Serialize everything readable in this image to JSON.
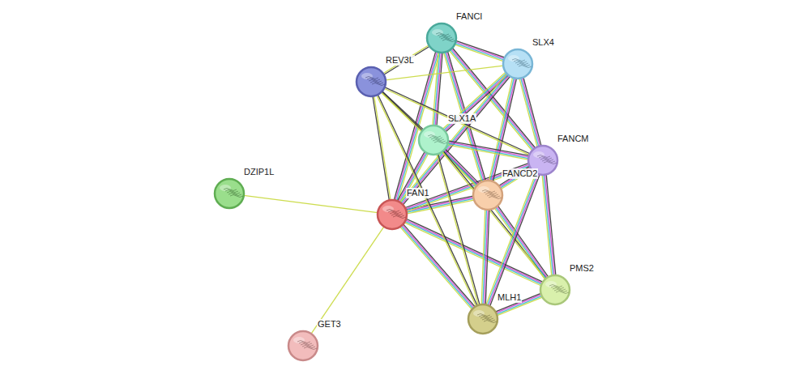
{
  "diagram": {
    "nodes": [
      {
        "text": [
          "FANCI"
        ]
      },
      {
        "text": [
          "SLX4"
        ]
      },
      {
        "text": [
          "REV3L"
        ]
      },
      {
        "text": [
          "SLX1A"
        ]
      },
      {
        "text": [
          "FANCM"
        ]
      },
      {
        "text": [
          "DZIP1L"
        ]
      },
      {
        "text": [
          "FANCD2"
        ]
      },
      {
        "text": [
          "FAN1"
        ]
      },
      {
        "text": [
          "PMS2"
        ]
      },
      {
        "text": [
          "MLH1"
        ]
      },
      {
        "text": [
          "GET3"
        ]
      }
    ],
    "edges": [
      {
        "from": 7,
        "to": 5,
        "arrow": "none"
      },
      {
        "from": 7,
        "to": 10,
        "arrow": "none"
      },
      {
        "from": 7,
        "to": 0,
        "arrow": "none"
      },
      {
        "from": 7,
        "to": 2,
        "arrow": "none"
      },
      {
        "from": 7,
        "to": 3,
        "arrow": "none"
      },
      {
        "from": 7,
        "to": 6,
        "arrow": "none"
      },
      {
        "from": 7,
        "to": 4,
        "arrow": "none"
      },
      {
        "from": 7,
        "to": 9,
        "arrow": "none"
      },
      {
        "from": 7,
        "to": 8,
        "arrow": "none"
      },
      {
        "from": 0,
        "to": 1,
        "arrow": "none"
      },
      {
        "from": 0,
        "to": 2,
        "arrow": "none"
      },
      {
        "from": 0,
        "to": 3,
        "arrow": "none"
      },
      {
        "from": 0,
        "to": 6,
        "arrow": "none"
      },
      {
        "from": 0,
        "to": 4,
        "arrow": "none"
      },
      {
        "from": 1,
        "to": 2,
        "arrow": "none"
      },
      {
        "from": 1,
        "to": 3,
        "arrow": "none"
      },
      {
        "from": 1,
        "to": 6,
        "arrow": "none"
      },
      {
        "from": 1,
        "to": 4,
        "arrow": "none"
      },
      {
        "from": 1,
        "to": 7,
        "arrow": "none"
      },
      {
        "from": 2,
        "to": 3,
        "arrow": "none"
      },
      {
        "from": 2,
        "to": 6,
        "arrow": "none"
      },
      {
        "from": 2,
        "to": 4,
        "arrow": "none"
      },
      {
        "from": 2,
        "to": 9,
        "arrow": "none"
      },
      {
        "from": 3,
        "to": 4,
        "arrow": "none"
      },
      {
        "from": 3,
        "to": 6,
        "arrow": "none"
      },
      {
        "from": 3,
        "to": 9,
        "arrow": "none"
      },
      {
        "from": 3,
        "to": 8,
        "arrow": "none"
      },
      {
        "from": 6,
        "to": 4,
        "arrow": "none"
      },
      {
        "from": 6,
        "to": 9,
        "arrow": "none"
      },
      {
        "from": 6,
        "to": 8,
        "arrow": "none"
      },
      {
        "from": 4,
        "to": 9,
        "arrow": "none"
      },
      {
        "from": 4,
        "to": 8,
        "arrow": "none"
      },
      {
        "from": 9,
        "to": 8,
        "arrow": "none"
      }
    ]
  }
}
